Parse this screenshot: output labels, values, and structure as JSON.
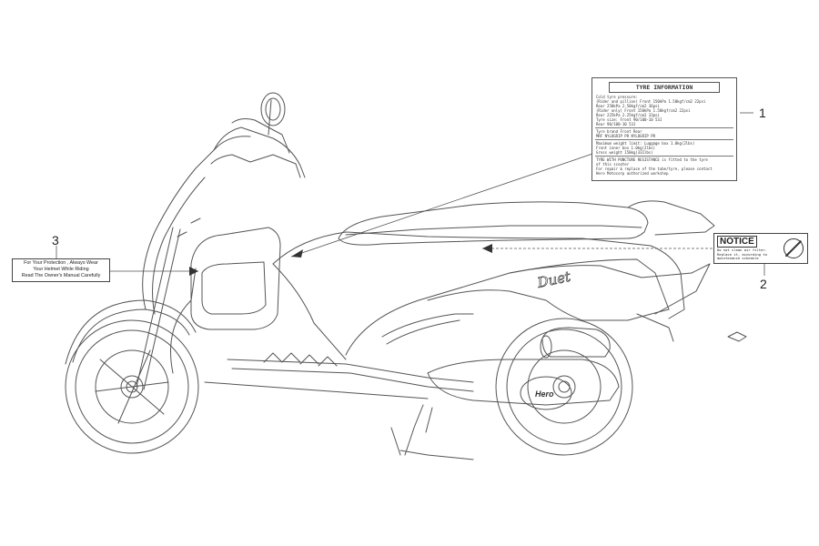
{
  "callouts": [
    {
      "number": "1"
    },
    {
      "number": "2"
    },
    {
      "number": "3"
    }
  ],
  "tyre_label": {
    "title": "TYRE INFORMATION",
    "lines": [
      "Cold tyre pressure:",
      "(Rider and pillion)   Front 150kPa 1.50kgf/cm2 22psi",
      "                      Rear  250kPa 2.50kgf/cm2 36psi",
      "(Rider only)          Front 150kPa 1.50kgf/cm2 22psi",
      "                      Rear  225kPa 2.25kgf/cm2 33psi",
      "Tyre size:            Front 90/100-10 53J",
      "                      Rear  90/100-10 53J",
      "Tyre brand            Front          Rear",
      "MRF                   NYLOGRIP PR   NYLOGRIP PR",
      "Maximum weight limit: Luggage box   1.0kg(2lbs)",
      "                      Front inner box 1.0kg(2lbs)",
      "                      Gross weight  150kg(331lbs)",
      "TYRE WITH PUNCTURE RESISTANCE is fitted to the tyre",
      "of this scooter",
      "For repair & replace of the tube/tyre, please contact",
      "Hero Motocorp authorized workshop"
    ]
  },
  "notice_label": {
    "title": "NOTICE",
    "text": "Do not clean air filter. Replace it, according to maintenance schedule"
  },
  "helmet_label": {
    "lines": [
      "For Your Protection , Always Wear",
      "Your Helmet While Riding",
      "Read The Owner's Manual Carefully"
    ]
  },
  "decals": {
    "model_script": "Duet",
    "brand_badge": "Hero"
  }
}
